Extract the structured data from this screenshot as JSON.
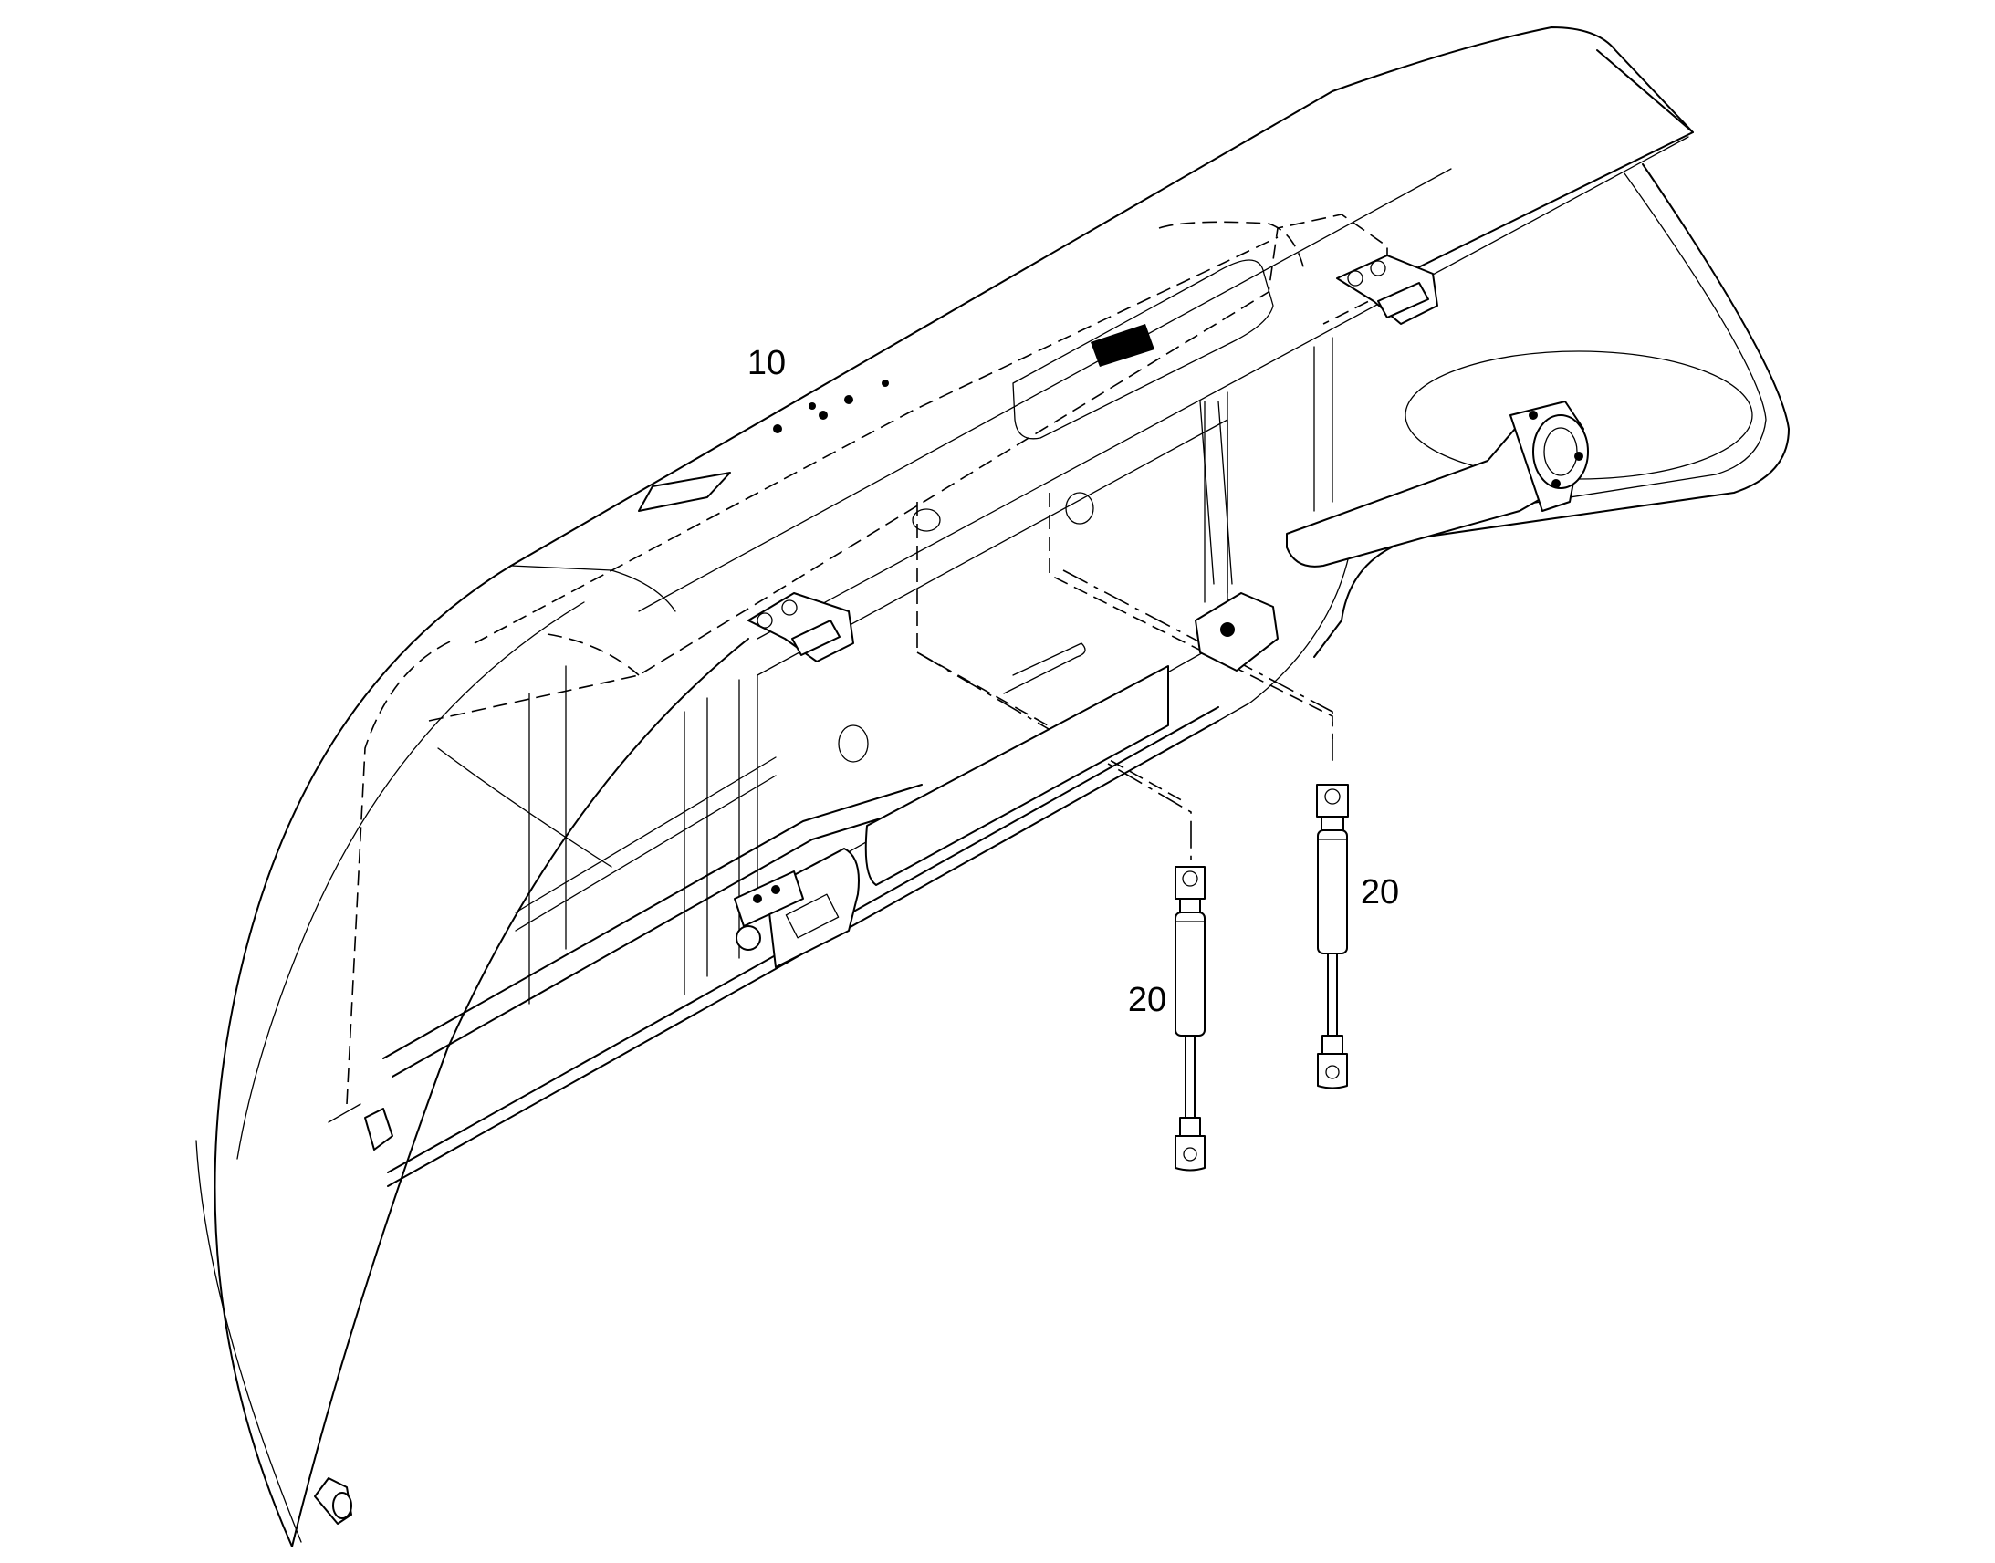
{
  "callouts": {
    "hood": "10",
    "strut_left": "20",
    "strut_right": "20"
  }
}
